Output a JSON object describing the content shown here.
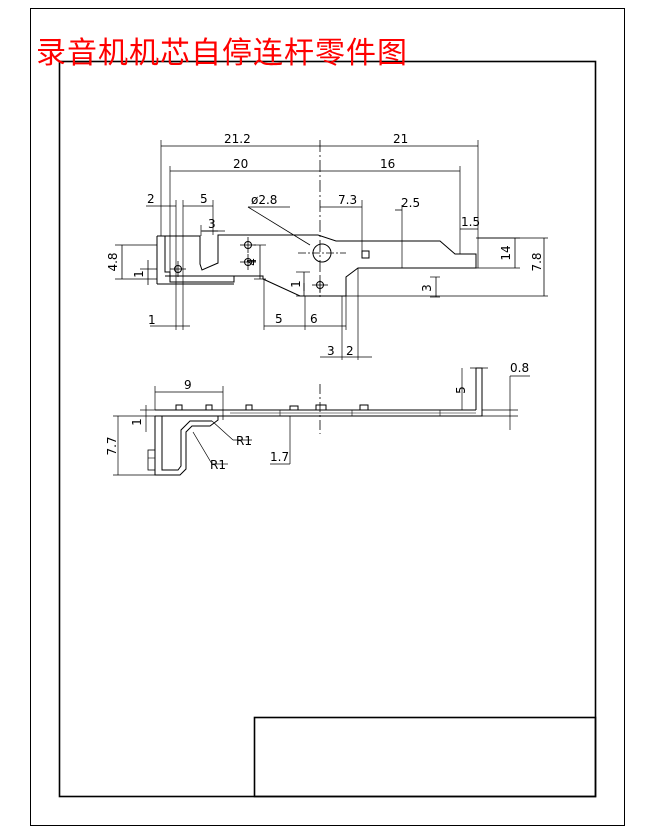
{
  "title": "录音机机芯自停连杆零件图",
  "colors": {
    "title": "#ff0000",
    "line": "#000000",
    "background": "#ffffff"
  },
  "top_view_dims": {
    "d_21_2": "21.2",
    "d_21": "21",
    "d_20": "20",
    "d_16": "16",
    "d_2": "2",
    "d_5": "5",
    "d_3_top": "3",
    "d_dia_2_8": "ø2.8",
    "d_7_3": "7.3",
    "d_2_5": "2.5",
    "d_1_5": "1.5",
    "d_4_8": "4.8",
    "d_1_left": "1",
    "d_4": "4",
    "d_1_mid": "1",
    "d_14": "14",
    "d_7_8": "7.8",
    "d_3_right": "3",
    "d_1_bottom": "1",
    "d_5_bottom": "5",
    "d_6": "6",
    "d_3_bottom": "3",
    "d_2_bottom": "2"
  },
  "side_view_dims": {
    "d_9": "9",
    "d_5": "5",
    "d_0_8": "0.8",
    "d_7_7": "7.7",
    "d_1": "1",
    "d_r1_a": "R1",
    "d_r1_b": "R1",
    "d_1_7": "1.7"
  }
}
